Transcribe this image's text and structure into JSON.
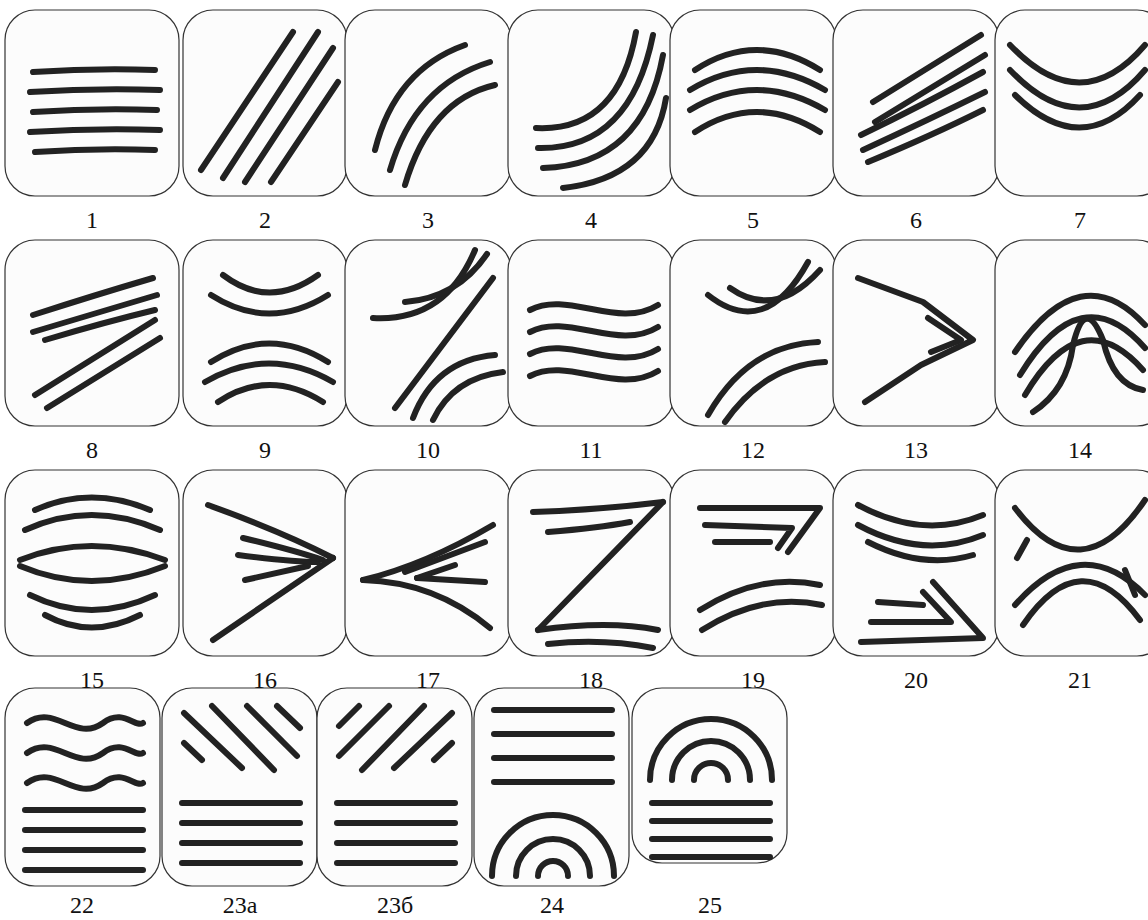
{
  "diagram": {
    "labels": [
      "1",
      "2",
      "3",
      "4",
      "5",
      "6",
      "7",
      "8",
      "9",
      "10",
      "11",
      "12",
      "13",
      "14",
      "15",
      "16",
      "17",
      "18",
      "19",
      "20",
      "21",
      "22",
      "23а",
      "23б",
      "24",
      "25"
    ]
  }
}
